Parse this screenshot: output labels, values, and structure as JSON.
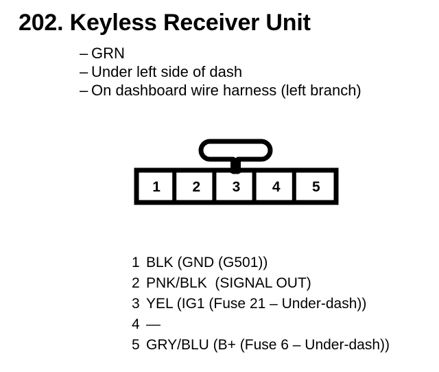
{
  "page": {
    "number": "202.",
    "title": "202. Keyless Receiver Unit",
    "ink_color": "#000000",
    "background_color": "#ffffff"
  },
  "notes": [
    {
      "dash": "–",
      "text": "GRN"
    },
    {
      "dash": "–",
      "text": "Under left side of dash"
    },
    {
      "dash": "–",
      "text": "On dashboard wire harness (left branch)"
    }
  ],
  "connector": {
    "cavity_count": 5,
    "cavity_labels": [
      "1",
      "2",
      "3",
      "4",
      "5"
    ],
    "latch_over_cavity": "3"
  },
  "pinout": [
    {
      "pin": "1",
      "label": "BLK (GND (G501))"
    },
    {
      "pin": "2",
      "label": "PNK/BLK  (SIGNAL OUT)"
    },
    {
      "pin": "3",
      "label": "YEL (IG1 (Fuse 21 – Under-dash))"
    },
    {
      "pin": "4",
      "label": "—"
    },
    {
      "pin": "5",
      "label": "GRY/BLU (B+ (Fuse 6 – Under-dash))"
    }
  ]
}
